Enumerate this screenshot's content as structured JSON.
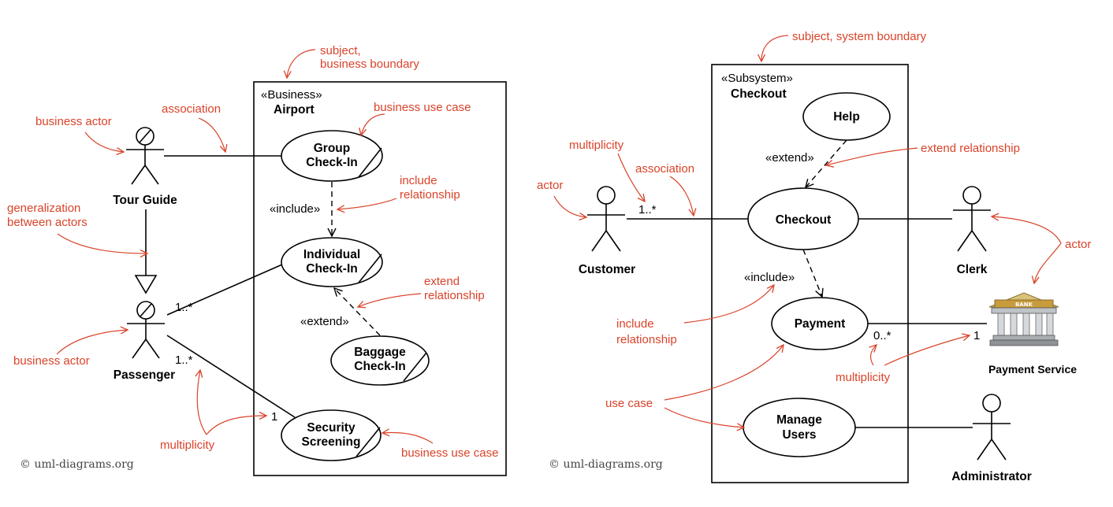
{
  "left": {
    "boundary": {
      "stereotype": "«Business»",
      "name": "Airport"
    },
    "actors": {
      "tour_guide": "Tour Guide",
      "passenger": "Passenger"
    },
    "use_cases": {
      "group_checkin": [
        "Group",
        "Check-In"
      ],
      "individual_checkin": [
        "Individual",
        "Check-In"
      ],
      "baggage_checkin": [
        "Baggage",
        "Check-In"
      ],
      "security_screening": [
        "Security",
        "Screening"
      ]
    },
    "stereotypes": {
      "include": "«include»",
      "extend": "«extend»"
    },
    "multiplicity": {
      "m1": "1..*",
      "m2": "1..*",
      "m3": "1"
    },
    "annotations": {
      "subject": [
        "subject,",
        "business boundary"
      ],
      "business_use_case_top": "business use case",
      "association": "association",
      "business_actor_top": "business actor",
      "include_relationship": [
        "include",
        "relationship"
      ],
      "generalization": [
        "generalization",
        "between actors"
      ],
      "extend_relationship": [
        "extend",
        "relationship"
      ],
      "business_actor_bottom": "business actor",
      "multiplicity": "multiplicity",
      "business_use_case_bottom": "business use case"
    },
    "copyright": "© uml-diagrams.org"
  },
  "right": {
    "boundary": {
      "stereotype": "«Subsystem»",
      "name": "Checkout"
    },
    "actors": {
      "customer": "Customer",
      "clerk": "Clerk",
      "payment_service": "Payment Service",
      "administrator": "Administrator"
    },
    "use_cases": {
      "help": [
        "Help"
      ],
      "checkout": [
        "Checkout"
      ],
      "payment": [
        "Payment"
      ],
      "manage_users": [
        "Manage",
        "Users"
      ]
    },
    "bank_sign": "BANK",
    "stereotypes": {
      "extend": "«extend»",
      "include": "«include»"
    },
    "multiplicity": {
      "customer": "1..*",
      "payment": "0..*",
      "service": "1"
    },
    "annotations": {
      "subject": "subject, system boundary",
      "multiplicity_top": "multiplicity",
      "association": "association",
      "actor_left": "actor",
      "extend_relationship": "extend relationship",
      "actor_right": "actor",
      "include_relationship": [
        "include",
        "relationship"
      ],
      "multiplicity_bottom": "multiplicity",
      "use_case": "use case"
    },
    "copyright": "© uml-diagrams.org"
  },
  "colors": {
    "annotation": "#d9432a",
    "ink": "#000000"
  }
}
